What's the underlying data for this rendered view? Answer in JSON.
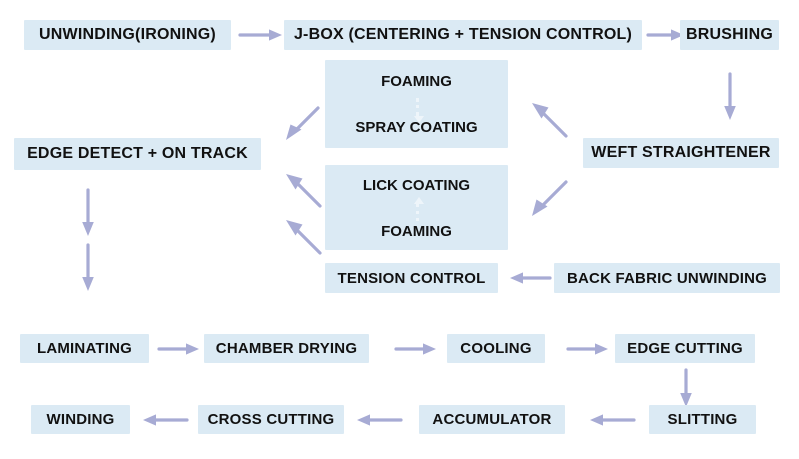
{
  "diagram": {
    "title": "Textile coating and laminating line process flow",
    "colors": {
      "node_fill": "#dbeaf4",
      "node_text": "#111111",
      "arrow": "#a7abd4",
      "background": "#ffffff",
      "inner_arrow": "#eef5fa"
    },
    "nodes": [
      {
        "id": "unwinding",
        "label": "UNWINDING(IRONING)"
      },
      {
        "id": "jbox",
        "label": "J-BOX (CENTERING + TENSION CONTROL)"
      },
      {
        "id": "brushing",
        "label": "BRUSHING"
      },
      {
        "id": "weft",
        "label": "WEFT STRAIGHTENER"
      },
      {
        "id": "edge_detect",
        "label": "EDGE DETECT + ON TRACK"
      },
      {
        "id": "tension_control",
        "label": "TENSION CONTROL"
      },
      {
        "id": "back_fabric",
        "label": "BACK FABRIC UNWINDING"
      },
      {
        "id": "laminating",
        "label": "LAMINATING"
      },
      {
        "id": "chamber_drying",
        "label": "CHAMBER DRYING"
      },
      {
        "id": "cooling",
        "label": "COOLING"
      },
      {
        "id": "edge_cutting",
        "label": "EDGE CUTTING"
      },
      {
        "id": "slitting",
        "label": "SLITTING"
      },
      {
        "id": "accumulator",
        "label": "ACCUMULATOR"
      },
      {
        "id": "cross_cutting",
        "label": "CROSS CUTTING"
      },
      {
        "id": "winding",
        "label": "WINDING"
      }
    ],
    "grouped_nodes": [
      {
        "id": "spray_group",
        "top_label": "FOAMING",
        "bottom_label": "SPRAY COATING",
        "inner_arrow_direction": "down"
      },
      {
        "id": "lick_group",
        "top_label": "LICK COATING",
        "bottom_label": "FOAMING",
        "inner_arrow_direction": "up"
      }
    ],
    "edges": [
      {
        "from": "unwinding",
        "to": "jbox",
        "direction": "right"
      },
      {
        "from": "jbox",
        "to": "brushing",
        "direction": "right"
      },
      {
        "from": "brushing",
        "to": "weft",
        "direction": "down"
      },
      {
        "from": "weft",
        "to": "spray_group",
        "direction": "up-left"
      },
      {
        "from": "weft",
        "to": "lick_group",
        "direction": "down-left"
      },
      {
        "from": "spray_group",
        "to": "edge_detect",
        "direction": "down-left"
      },
      {
        "from": "lick_group",
        "to": "edge_detect",
        "direction": "up-left"
      },
      {
        "from": "lick_group",
        "to": "edge_detect",
        "direction": "up-left"
      },
      {
        "from": "back_fabric",
        "to": "tension_control",
        "direction": "left"
      },
      {
        "from": "edge_detect",
        "to": "laminating",
        "direction": "down"
      },
      {
        "from": "edge_detect",
        "to": "laminating",
        "direction": "down"
      },
      {
        "from": "laminating",
        "to": "chamber_drying",
        "direction": "right"
      },
      {
        "from": "chamber_drying",
        "to": "cooling",
        "direction": "right"
      },
      {
        "from": "cooling",
        "to": "edge_cutting",
        "direction": "right"
      },
      {
        "from": "edge_cutting",
        "to": "slitting",
        "direction": "down"
      },
      {
        "from": "slitting",
        "to": "accumulator",
        "direction": "left"
      },
      {
        "from": "accumulator",
        "to": "cross_cutting",
        "direction": "left"
      },
      {
        "from": "cross_cutting",
        "to": "winding",
        "direction": "left"
      }
    ]
  }
}
